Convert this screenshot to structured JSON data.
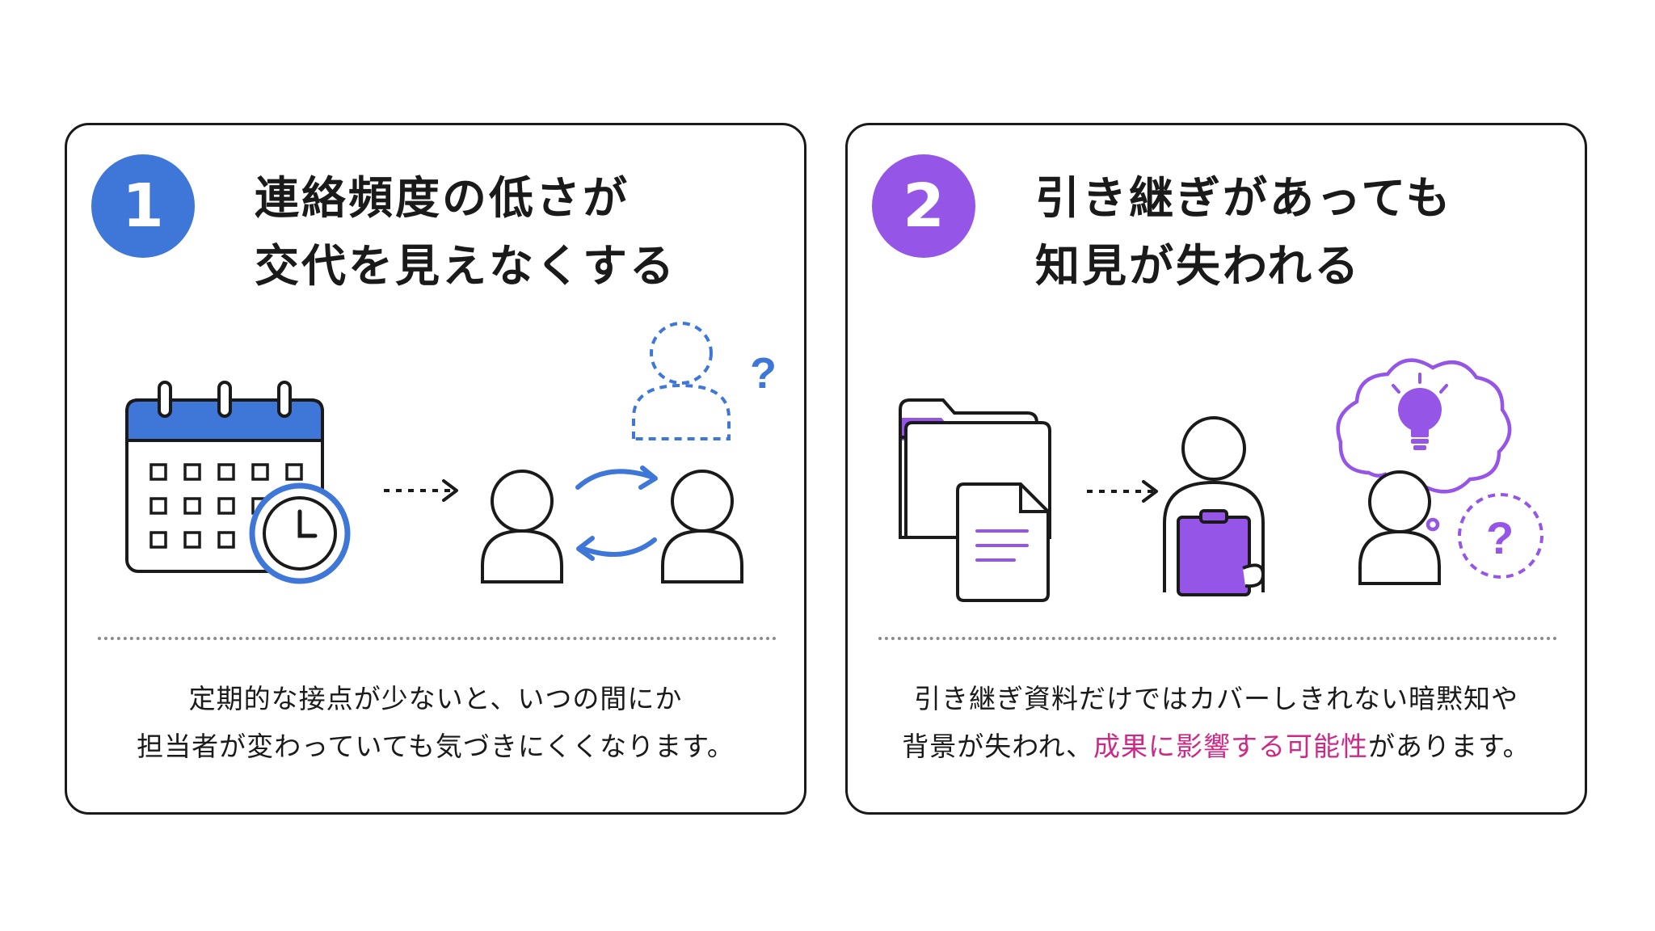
{
  "cards": [
    {
      "number": "1",
      "title_lines": [
        "連絡頻度の低さが",
        "交代を見えなくする"
      ],
      "caption_lines": [
        "定期的な接点が少ないと、いつの間にか",
        "担当者が変わっていても気づきにくくなります。"
      ],
      "accent_color": "#3f77d9",
      "icons": [
        "calendar-icon",
        "clock-icon",
        "dotted-arrow-icon",
        "unknown-person-icon",
        "question-mark-icon",
        "person-icon",
        "swap-arrows-icon"
      ]
    },
    {
      "number": "2",
      "title_lines": [
        "引き継ぎがあっても",
        "知見が失われる"
      ],
      "caption_line1": "引き継ぎ資料だけではカバーしきれない暗黙知や",
      "caption_line2_before": "背景が失われ、",
      "caption_line2_highlight": "成果に影響する可能性",
      "caption_line2_after": "があります。",
      "accent_color": "#9556e8",
      "highlight_color": "#cc2a86",
      "icons": [
        "folder-icon",
        "document-icon",
        "dotted-arrow-icon",
        "person-with-clipboard-icon",
        "thought-bubble-icon",
        "lightbulb-icon",
        "question-mark-icon",
        "person-icon"
      ]
    }
  ]
}
